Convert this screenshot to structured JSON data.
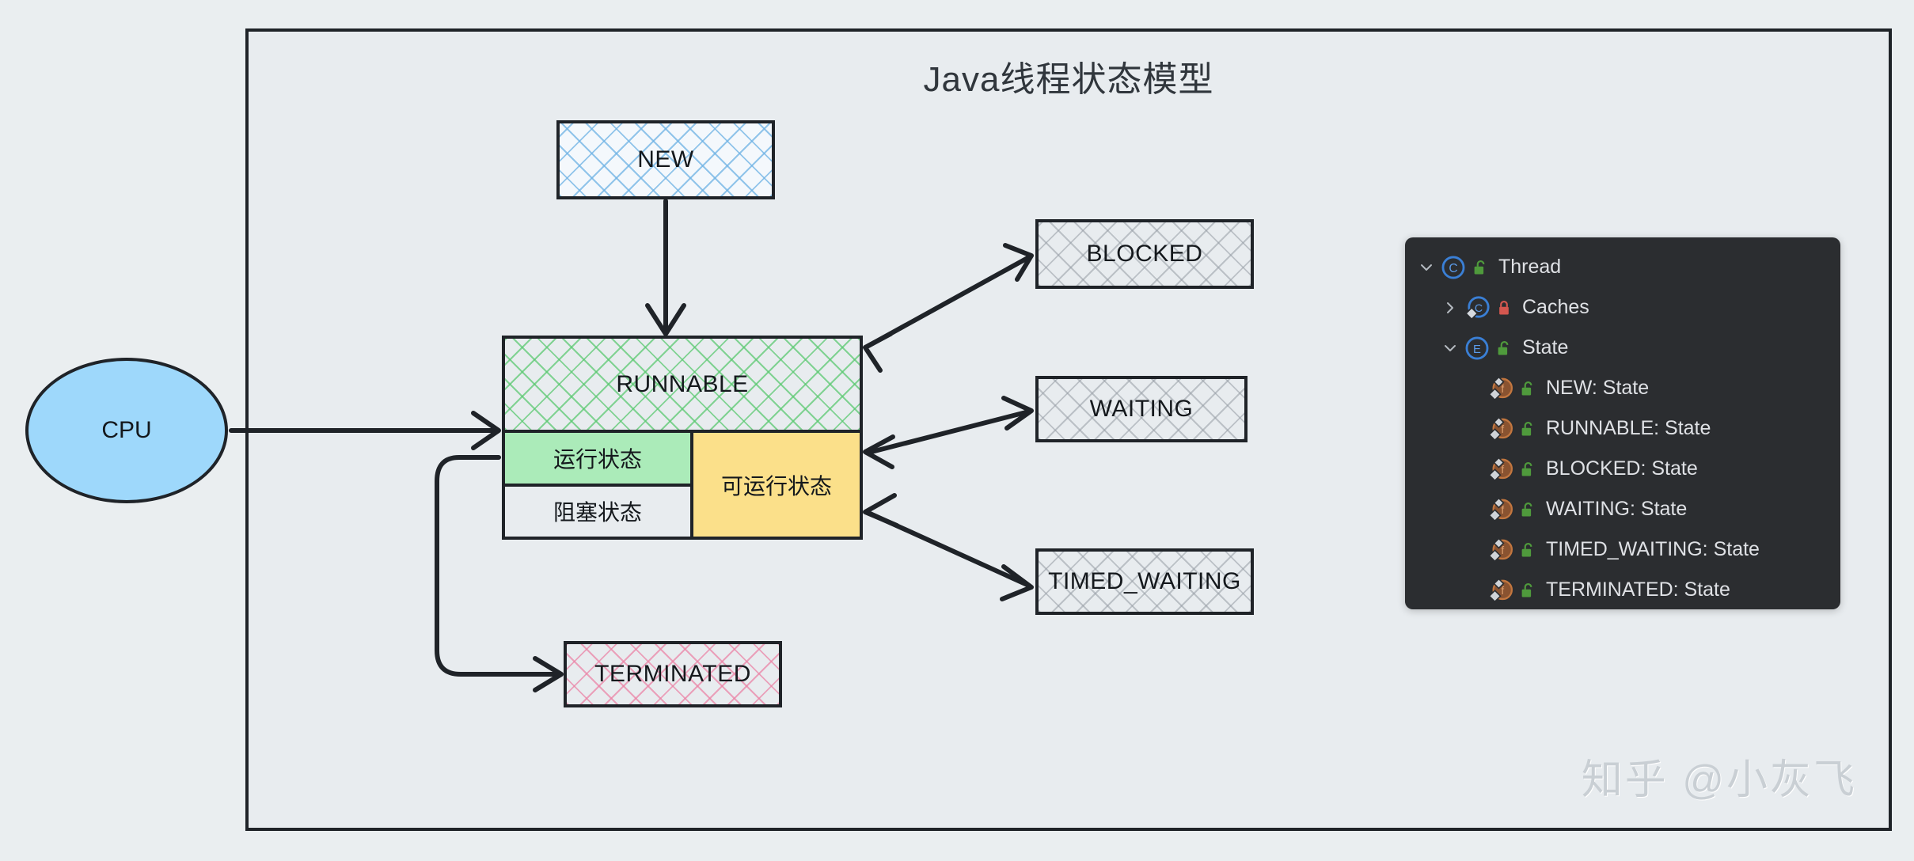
{
  "diagram": {
    "title": "Java线程状态模型",
    "nodes": {
      "cpu": "CPU",
      "new": "NEW",
      "runnable": "RUNNABLE",
      "blocked": "BLOCKED",
      "waiting": "WAITING",
      "timed_waiting": "TIMED_WAITING",
      "terminated": "TERMINATED",
      "running_sub": "运行状态",
      "blocked_sub": "阻塞状态",
      "runnable_sub": "可运行状态"
    },
    "colors": {
      "canvas": "#e8ecef",
      "border": "#1f2328",
      "cpu_fill": "#9ed8fb",
      "running_fill": "#abebb9",
      "runnable_right_fill": "#fbe08a",
      "new_hatch": "#6eb2e4",
      "runnable_hatch": "#58c86e",
      "terminated_hatch": "#eb82a5",
      "gray_hatch": "#969da5"
    }
  },
  "structure_panel": {
    "background": "#2b2d30",
    "rows": [
      {
        "label": "Thread",
        "twisty": "chevron-down-icon",
        "type_icon": "class-icon",
        "vis_icon": "lock-open-green-icon",
        "indent": 0
      },
      {
        "label": "Caches",
        "twisty": "chevron-right-icon",
        "type_icon": "class-field-icon",
        "vis_icon": "lock-closed-red-icon",
        "indent": 1
      },
      {
        "label": "State",
        "twisty": "chevron-down-icon",
        "type_icon": "enum-icon",
        "vis_icon": "lock-open-green-icon",
        "indent": 1
      },
      {
        "label": "NEW: State",
        "twisty": "",
        "type_icon": "enum-field-icon",
        "vis_icon": "lock-open-green-icon",
        "indent": 2
      },
      {
        "label": "RUNNABLE: State",
        "twisty": "",
        "type_icon": "enum-field-icon",
        "vis_icon": "lock-open-green-icon",
        "indent": 2
      },
      {
        "label": "BLOCKED: State",
        "twisty": "",
        "type_icon": "enum-field-icon",
        "vis_icon": "lock-open-green-icon",
        "indent": 2
      },
      {
        "label": "WAITING: State",
        "twisty": "",
        "type_icon": "enum-field-icon",
        "vis_icon": "lock-open-green-icon",
        "indent": 2
      },
      {
        "label": "TIMED_WAITING: State",
        "twisty": "",
        "type_icon": "enum-field-icon",
        "vis_icon": "lock-open-green-icon",
        "indent": 2
      },
      {
        "label": "TERMINATED: State",
        "twisty": "",
        "type_icon": "enum-field-icon",
        "vis_icon": "lock-open-green-icon",
        "indent": 2
      }
    ]
  },
  "watermark": {
    "text": "知乎 @小灰飞"
  }
}
